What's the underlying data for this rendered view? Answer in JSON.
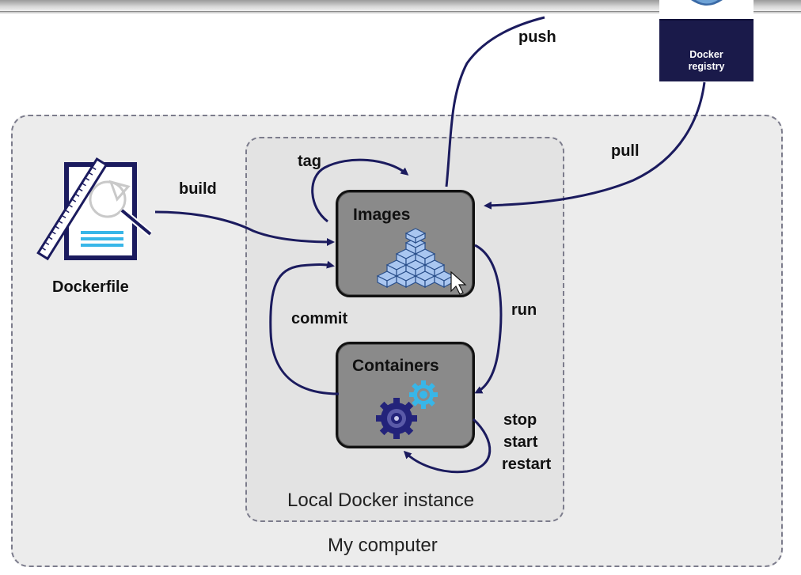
{
  "diagram": {
    "my_computer_label": "My computer",
    "local_instance_label": "Local Docker instance",
    "nodes": {
      "dockerfile": "Dockerfile",
      "images": "Images",
      "containers": "Containers",
      "registry_line1": "Docker",
      "registry_line2": "registry"
    },
    "edges": {
      "build": "build",
      "tag": "tag",
      "push": "push",
      "pull": "pull",
      "run": "run",
      "commit": "commit",
      "stop": "stop",
      "start": "start",
      "restart": "restart"
    },
    "colors": {
      "arrow": "#1b1b5e",
      "outer_fill": "#ececec",
      "inner_fill": "#e3e3e3",
      "box_fill": "#8a8a8a",
      "registry_fill": "#1a1a4a",
      "image_cubes": "#a9c6f0",
      "gear_dark": "#23237a",
      "gear_light": "#38b6e8"
    },
    "icons": {
      "dockerfile": "dockerfile-document-icon",
      "images": "stacked-cubes-icon",
      "containers": "gears-icon",
      "registry": "docker-registry-globe-icon",
      "cursor": "mouse-pointer-icon"
    }
  }
}
